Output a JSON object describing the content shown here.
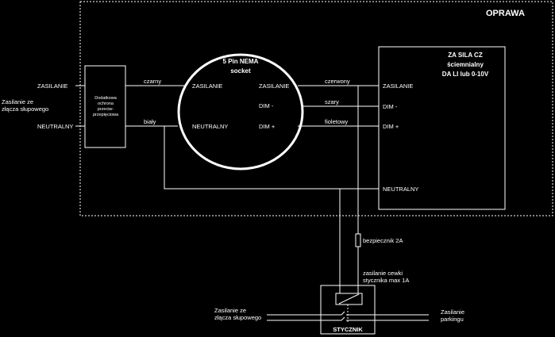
{
  "enclosure": {
    "title": "OPRAWA"
  },
  "mains_input": {
    "live_label": "ZASILANIE",
    "source_line1": "Zasilanie ze",
    "source_line2": "złącza słupowego",
    "neutral_label": "NEUTRALNY"
  },
  "surge_protection": {
    "line1": "Dodatkowa",
    "line2": "ochrona",
    "line3": "przeciw-",
    "line4": "przepięciowa"
  },
  "wire_colors": {
    "black": "czarny",
    "white": "biały",
    "red": "czerwony",
    "grey": "szary",
    "violet": "fioletowy"
  },
  "nema_socket": {
    "title_line1": "5 Pin NEMA",
    "title_line2": "socket",
    "pin_live_in": "ZASILANIE",
    "pin_neutral_in": "NEUTRALNY",
    "pin_live_out": "ZASILANIE",
    "pin_dim_minus": "DIM -",
    "pin_dim_plus": "DIM +"
  },
  "driver": {
    "title_line1": "ZA SILA CZ",
    "title_line2": "ściemnialny",
    "title_line3": "DA LI lub 0-10V",
    "terminal_live": "ZASILANIE",
    "terminal_dim_minus": "DIM -",
    "terminal_dim_plus": "DIM +",
    "terminal_neutral": "NEUTRALNY"
  },
  "fuse": {
    "label": "bezpiecznik 2A"
  },
  "coil_supply": {
    "line1": "zasilanie cewki",
    "line2": "stycznika max 1A"
  },
  "contactor": {
    "label": "STYCZNIK",
    "source_line1": "Zasilanie ze",
    "source_line2": "złącza słupowego",
    "load_line1": "Zasilanie",
    "load_line2": "parkingu"
  }
}
